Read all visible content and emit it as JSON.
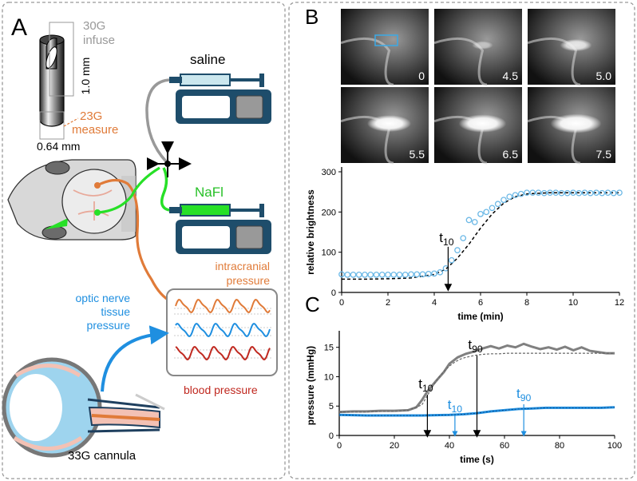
{
  "panels": {
    "a": "A",
    "b": "B",
    "c": "C"
  },
  "needle": {
    "gauge_30": "30G",
    "infuse": "infuse",
    "length": "1.0 mm",
    "gauge_23": "23G",
    "measure": "measure",
    "diameter": "0.64 mm"
  },
  "syringes": {
    "saline": "saline",
    "dye": "NaFl"
  },
  "traces": {
    "icp_line1": "intracranial",
    "icp_line2": "pressure",
    "onp_line1": "optic nerve",
    "onp_line2": "tissue",
    "onp_line3": "pressure",
    "bp": "blood pressure"
  },
  "cannula": "33G cannula",
  "colors": {
    "orange": "#e07b39",
    "blue": "#1f8fe0",
    "red": "#c0281f",
    "green": "#27e027",
    "navy": "#1e4d6b",
    "marker": "#6bb8e6"
  },
  "frames": [
    {
      "label": "0",
      "glow": 0
    },
    {
      "label": "4.5",
      "glow": 0.15
    },
    {
      "label": "5.0",
      "glow": 0.45
    },
    {
      "label": "5.5",
      "glow": 0.8
    },
    {
      "label": "6.5",
      "glow": 0.9
    },
    {
      "label": "7.5",
      "glow": 1
    }
  ],
  "chart_data": [
    {
      "type": "scatter",
      "xlabel": "time (min)",
      "ylabel": "relative brightness",
      "xlim": [
        0,
        12
      ],
      "ylim": [
        0,
        300
      ],
      "xticks": [
        0,
        2,
        4,
        6,
        8,
        10,
        12
      ],
      "yticks": [
        0,
        100,
        200,
        300
      ],
      "annotation": {
        "label": "t",
        "sub": "10",
        "x": 4.6
      },
      "points": {
        "x": [
          0,
          0.25,
          0.5,
          0.75,
          1,
          1.25,
          1.5,
          1.75,
          2,
          2.25,
          2.5,
          2.75,
          3,
          3.25,
          3.5,
          3.75,
          4,
          4.25,
          4.5,
          4.75,
          5,
          5.25,
          5.5,
          5.75,
          6,
          6.25,
          6.5,
          6.75,
          7,
          7.25,
          7.5,
          7.75,
          8,
          8.25,
          8.5,
          8.75,
          9,
          9.25,
          9.5,
          9.75,
          10,
          10.25,
          10.5,
          10.75,
          11,
          11.25,
          11.5,
          11.75,
          12
        ],
        "y": [
          45,
          44,
          44,
          44,
          44,
          44,
          44,
          44,
          44,
          44,
          44,
          44,
          45,
          45,
          45,
          46,
          47,
          50,
          60,
          80,
          105,
          135,
          180,
          175,
          195,
          200,
          210,
          220,
          230,
          238,
          242,
          245,
          248,
          248,
          248,
          247,
          248,
          248,
          247,
          247,
          248,
          247,
          248,
          247,
          248,
          247,
          248,
          247,
          248
        ]
      },
      "fit": {
        "x": [
          0,
          1,
          2,
          3,
          4,
          4.5,
          5,
          5.5,
          6,
          6.5,
          7,
          7.5,
          8,
          9,
          10,
          11,
          12
        ],
        "y": [
          33,
          33,
          34,
          36,
          45,
          58,
          85,
          120,
          160,
          195,
          222,
          238,
          245,
          248,
          248,
          248,
          248
        ]
      }
    },
    {
      "type": "line",
      "xlabel": "time (s)",
      "ylabel": "pressure (mmHg)",
      "xlim": [
        0,
        100
      ],
      "ylim": [
        0,
        17
      ],
      "xticks": [
        0,
        20,
        40,
        60,
        80,
        100
      ],
      "yticks": [
        0,
        5,
        10,
        15
      ],
      "series": [
        {
          "x": [
            0,
            5,
            10,
            15,
            20,
            25,
            28,
            30,
            32,
            35,
            38,
            40,
            43,
            46,
            49,
            52,
            55,
            58,
            61,
            64,
            67,
            70,
            73,
            76,
            79,
            82,
            85,
            88,
            91,
            94,
            97,
            100
          ],
          "y": [
            4,
            4.1,
            4.1,
            4.2,
            4.2,
            4.3,
            4.8,
            6,
            7.5,
            9.2,
            10.8,
            12.2,
            13.3,
            13.9,
            14.3,
            14.8,
            15.2,
            14.8,
            15.3,
            15.0,
            15.6,
            15.1,
            14.7,
            15.0,
            14.6,
            15.1,
            14.5,
            15.0,
            14.4,
            14.2,
            14.0,
            14.0
          ],
          "color": "#808080"
        },
        {
          "x": [
            0,
            5,
            10,
            15,
            20,
            25,
            30,
            32,
            34,
            36,
            38,
            40,
            42,
            44,
            46,
            48,
            50,
            52,
            55,
            58,
            61,
            64,
            67,
            70,
            75,
            80,
            85,
            90,
            95,
            100
          ],
          "y": [
            4,
            4,
            4,
            4.1,
            4.1,
            4.3,
            5.2,
            6.8,
            8.4,
            9.8,
            10.9,
            11.8,
            12.5,
            13.0,
            13.3,
            13.5,
            13.7,
            13.8,
            13.9,
            13.9,
            14.0,
            14.0,
            14.0,
            14.0,
            14.0,
            14.0,
            14.0,
            14.0,
            14.0,
            14.0
          ],
          "color": "#666666",
          "dashed": true
        },
        {
          "x": [
            0,
            10,
            20,
            30,
            40,
            45,
            50,
            55,
            60,
            65,
            70,
            75,
            80,
            85,
            90,
            95,
            100
          ],
          "y": [
            3.5,
            3.4,
            3.4,
            3.4,
            3.5,
            3.6,
            3.8,
            4.1,
            4.3,
            4.5,
            4.6,
            4.7,
            4.7,
            4.7,
            4.7,
            4.7,
            4.8
          ],
          "color": "#1f8fe0"
        }
      ],
      "annotations": [
        {
          "label": "t",
          "sub": "10",
          "x": 32,
          "color": "#000000"
        },
        {
          "label": "t",
          "sub": "90",
          "x": 50,
          "color": "#000000"
        },
        {
          "label": "t",
          "sub": "10",
          "x": 42,
          "color": "#1f8fe0"
        },
        {
          "label": "t",
          "sub": "90",
          "x": 67,
          "color": "#1f8fe0"
        }
      ]
    }
  ]
}
